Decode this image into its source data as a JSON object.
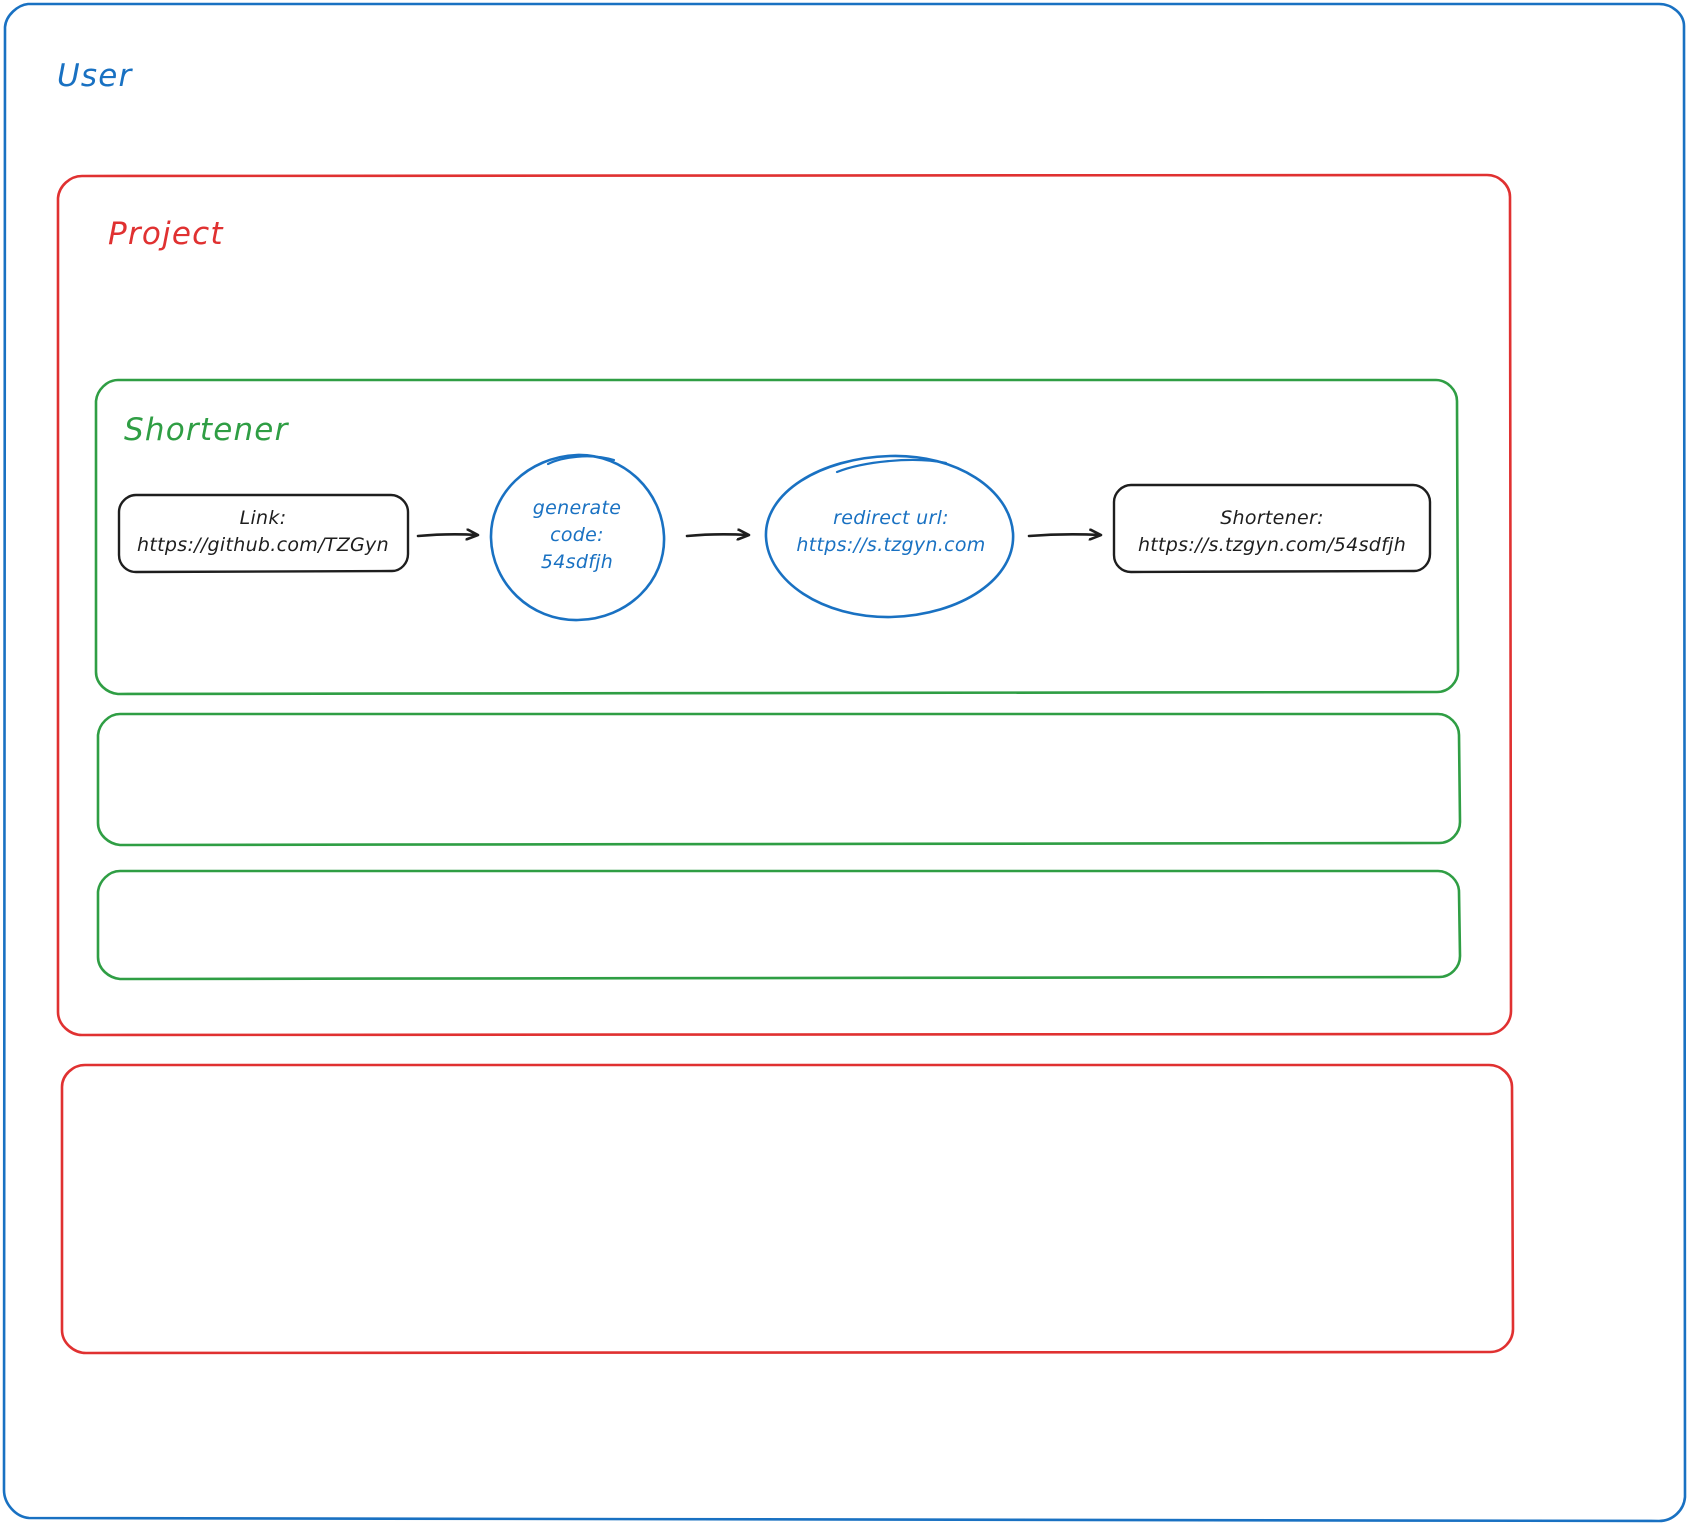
{
  "diagram": {
    "type": "flowchart",
    "style": "hand-drawn-whiteboard",
    "background": "#ffffff",
    "colors": {
      "user_group": "#1971c2",
      "project_group": "#e03131",
      "shortener_group": "#2f9e44",
      "node_stroke_dark": "#1e1e1e",
      "node_stroke_blue": "#1971c2",
      "arrow": "#1e1e1e",
      "text_dark": "#1e1e1e",
      "text_blue": "#1971c2"
    },
    "groups": [
      {
        "id": "user",
        "label": "User",
        "color": "#1971c2",
        "shape": "rounded-rectangle"
      },
      {
        "id": "project",
        "label": "Project",
        "color": "#e03131",
        "shape": "rounded-rectangle"
      },
      {
        "id": "project-empty",
        "label": "",
        "color": "#e03131",
        "shape": "rounded-rectangle"
      },
      {
        "id": "shortener",
        "label": "Shortener",
        "color": "#2f9e44",
        "shape": "rounded-rectangle"
      },
      {
        "id": "shortener-empty-1",
        "label": "",
        "color": "#2f9e44",
        "shape": "rounded-rectangle"
      },
      {
        "id": "shortener-empty-2",
        "label": "",
        "color": "#2f9e44",
        "shape": "rounded-rectangle"
      }
    ],
    "nodes": [
      {
        "id": "link",
        "shape": "rounded-rectangle",
        "stroke": "#1e1e1e",
        "lines": [
          "Link:",
          "https://github.com/TZGyn"
        ],
        "line1": "Link:",
        "line2": "https://github.com/TZGyn"
      },
      {
        "id": "generate-code",
        "shape": "circle",
        "stroke": "#1971c2",
        "lines": [
          "generate",
          "code:",
          "54sdfjh"
        ],
        "line1": "generate",
        "line2": "code:",
        "line3": "54sdfjh"
      },
      {
        "id": "redirect-url",
        "shape": "ellipse",
        "stroke": "#1971c2",
        "lines": [
          "redirect url:",
          "https://s.tzgyn.com"
        ],
        "line1": "redirect url:",
        "line2": "https://s.tzgyn.com"
      },
      {
        "id": "shortener-result",
        "shape": "rounded-rectangle",
        "stroke": "#1e1e1e",
        "lines": [
          "Shortener:",
          "https://s.tzgyn.com/54sdfjh"
        ],
        "line1": "Shortener:",
        "line2": "https://s.tzgyn.com/54sdfjh"
      }
    ],
    "arrows": [
      {
        "id": "arrow-link-to-generate",
        "from": "link",
        "to": "generate-code",
        "color": "#1e1e1e"
      },
      {
        "id": "arrow-generate-to-redirect",
        "from": "generate-code",
        "to": "redirect-url",
        "color": "#1e1e1e"
      },
      {
        "id": "arrow-redirect-to-result",
        "from": "redirect-url",
        "to": "shortener-result",
        "color": "#1e1e1e"
      }
    ]
  }
}
